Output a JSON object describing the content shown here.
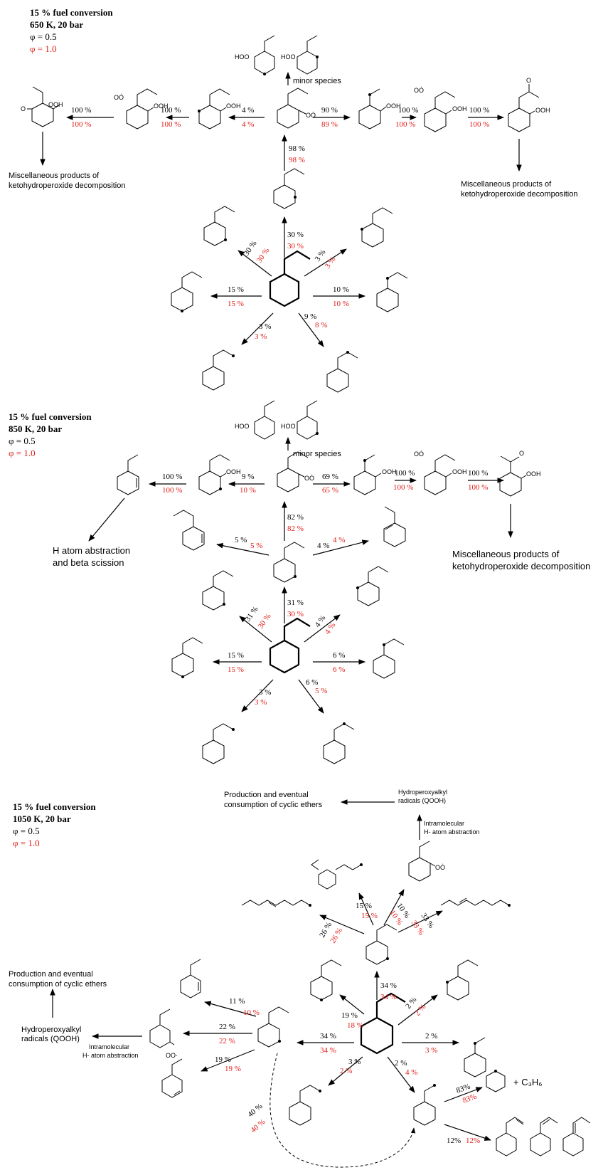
{
  "panels": [
    {
      "id": "650K",
      "header": {
        "title": "15 % fuel conversion",
        "conditions": "650 K, 20 bar",
        "phi_black": "φ = 0.5",
        "phi_red": "φ = 1.0"
      },
      "notes": {
        "minor": "minor species",
        "left_line1": "Miscellaneous products of",
        "left_line2": "ketohydroperoxide decomposition",
        "right_line1": "Miscellaneous products of",
        "right_line2": "ketohydroperoxide decomposition"
      },
      "percents": {
        "to_ooh_black": "98 %",
        "to_ooh_red": "98 %",
        "roo_left_black": "4 %",
        "roo_left_red": "4 %",
        "roo_right_black": "90 %",
        "roo_right_red": "89 %",
        "qooh_right_black": "100 %",
        "qooh_right_red": "100 %",
        "oo_right_black": "100 %",
        "oo_right_red": "100 %",
        "qooh_left_black": "100 %",
        "qooh_left_red": "100 %",
        "oo_left_black": "100 %",
        "oo_left_red": "100 %",
        "up_black": "30 %",
        "up_red": "30 %",
        "upleft_black": "30 %",
        "upleft_red": "30 %",
        "upright_black": "3 %",
        "upright_red": "3 %",
        "left_black": "15 %",
        "left_red": "15 %",
        "right_black": "10 %",
        "right_red": "10 %",
        "downleft_black": "3 %",
        "downleft_red": "3 %",
        "downright_black": "9 %",
        "downright_red": "8 %"
      }
    },
    {
      "id": "850K",
      "header": {
        "title": "15 % fuel conversion",
        "conditions": "850 K, 20 bar",
        "phi_black": "φ = 0.5",
        "phi_red": "φ = 1.0"
      },
      "notes": {
        "minor": "minor species",
        "abstraction_line1": "H atom abstraction",
        "abstraction_line2": "and beta scission",
        "right_line1": "Miscellaneous products of",
        "right_line2": "ketohydroperoxide decomposition"
      },
      "percents": {
        "to_oo_black": "82 %",
        "to_oo_red": "82 %",
        "oo_left_black": "9 %",
        "oo_left_red": "10 %",
        "oo_right_black": "69 %",
        "oo_right_red": "65 %",
        "qooh_right_black": "100 %",
        "qooh_right_red": "100 %",
        "o2qooh_right_black": "100 %",
        "o2qooh_right_red": "100 %",
        "alkene_black": "100 %",
        "alkene_red": "100 %",
        "beta_left_black": "5 %",
        "beta_left_red": "5 %",
        "beta_right_black": "4 %",
        "beta_right_red": "4 %",
        "up_black": "31 %",
        "up_red": "30 %",
        "upleft_black": "31 %",
        "upleft_red": "30 %",
        "upright_black": "4 %",
        "upright_red": "4 %",
        "left_black": "15 %",
        "left_red": "15 %",
        "right_black": "6 %",
        "right_red": "6 %",
        "downleft_black": "3 %",
        "downleft_red": "3 %",
        "downright_black": "6 %",
        "downright_red": "5 %"
      }
    },
    {
      "id": "1050K",
      "header": {
        "title": "15 % fuel conversion",
        "conditions": "1050 K, 20 bar",
        "phi_black": "φ = 0.5",
        "phi_red": "φ = 1.0"
      },
      "notes": {
        "ethers_top_line1": "Production and eventual",
        "ethers_top_line2": "consumption of cyclic ethers",
        "qooh_top_line1": "Hydroperoxyalkyl",
        "qooh_top_line2": "radicals (QOOH)",
        "intra_top_line1": "Intramolecular",
        "intra_top_line2": "H- atom abstraction",
        "ethers_left_line1": "Production and eventual",
        "ethers_left_line2": "consumption of cyclic ethers",
        "qooh_left_line1": "Hydroperoxyalkyl",
        "qooh_left_line2": "radicals (QOOH)",
        "intra_left_line1": "Intramolecular",
        "intra_left_line2": "H- atom abstraction",
        "plus_c3h6": "+ C₃H₆"
      },
      "percents": {
        "top_left_black": "26 %",
        "top_left_red": "26 %",
        "top_mid_black": "15 %",
        "top_mid_red": "15 %",
        "top_oo_black": "10 %",
        "top_oo_red": "10 %",
        "top_right_black": "33 %",
        "top_right_red": "33 %",
        "up_black": "34 %",
        "up_red": "34 %",
        "upleft_black": "19 %",
        "upleft_red": "18 %",
        "upright_black": "2 %",
        "upright_red": "2 %",
        "left_black": "34 %",
        "left_red": "34 %",
        "right_black": "2 %",
        "right_red": "3 %",
        "downleft_black": "3 %",
        "downleft_red": "2 %",
        "downright_black": "2 %",
        "downright_red": "4 %",
        "rad_alkene_up_black": "11 %",
        "rad_alkene_up_red": "10 %",
        "rad_oo_black": "22 %",
        "rad_oo_red": "22 %",
        "rad_alkene_down_black": "19 %",
        "rad_alkene_down_red": "19 %",
        "isom_black": "40 %",
        "isom_red": "40 %",
        "prim_a_black": "83%",
        "prim_a_red": "83%",
        "prim_b_black": "12%",
        "prim_b_red": "12%"
      }
    }
  ],
  "atom_labels": {
    "ooh": "OOH",
    "hoo": "HOO",
    "oxygen": "O",
    "oo_radical": "OO·",
    "oo_dot": "OȮ"
  }
}
